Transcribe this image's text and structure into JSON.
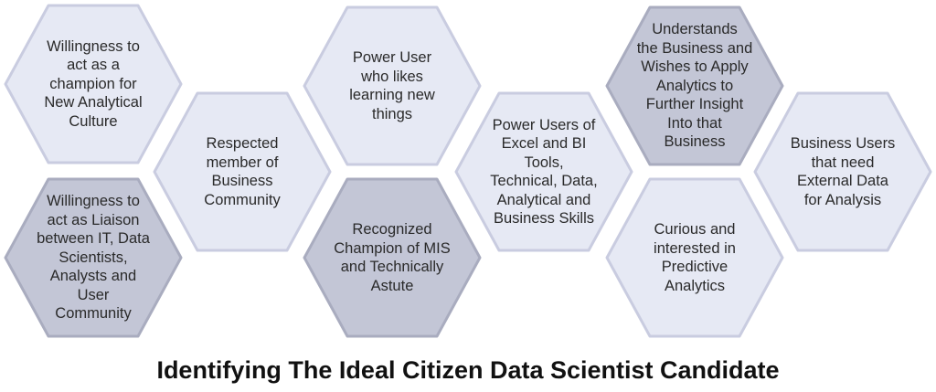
{
  "colors": {
    "hex_light": "#e6e9f4",
    "hex_dark": "#c3c6d6",
    "hex_stroke_light": "#c9cce0",
    "hex_stroke_dark": "#a9acbf",
    "title": "#111111"
  },
  "title": "Identifying The Ideal Citizen Data Scientist Candidate",
  "hexagons": [
    {
      "id": "champion-new-culture",
      "text": "Willingness to\nact as a\nchampion for\nNew Analytical\nCulture",
      "shade": "light"
    },
    {
      "id": "liaison",
      "text": "Willingness to\nact as Liaison\nbetween IT, Data\nScientists,\nAnalysts and User\nCommunity",
      "shade": "dark"
    },
    {
      "id": "respected-member",
      "text": "Respected\nmember of\nBusiness\nCommunity",
      "shade": "light"
    },
    {
      "id": "power-user-learning",
      "text": "Power User\nwho likes\nlearning new\nthings",
      "shade": "light"
    },
    {
      "id": "champion-mis",
      "text": "Recognized\nChampion of MIS\nand Technically\nAstute",
      "shade": "dark"
    },
    {
      "id": "power-users-tools",
      "text": "Power Users of\nExcel and BI Tools,\nTechnical, Data,\nAnalytical and\nBusiness Skills",
      "shade": "light"
    },
    {
      "id": "understands-business",
      "text": "Understands\nthe Business and\nWishes to Apply\nAnalytics to\nFurther Insight\nInto that\nBusiness",
      "shade": "dark"
    },
    {
      "id": "curious-predictive",
      "text": "Curious and\ninterested in\nPredictive\nAnalytics",
      "shade": "light"
    },
    {
      "id": "external-data",
      "text": "Business Users\nthat need\nExternal Data\nfor Analysis",
      "shade": "light"
    }
  ]
}
